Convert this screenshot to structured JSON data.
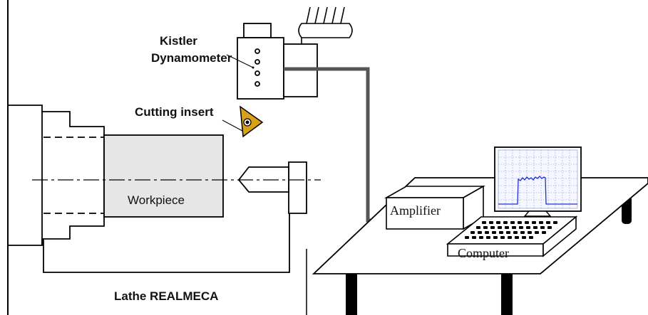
{
  "labels": {
    "dynamometer_line1": "Kistler",
    "dynamometer_line2": "Dynamometer",
    "cutting_insert": "Cutting insert",
    "workpiece": "Workpiece",
    "lathe": "Lathe REALMECA",
    "amplifier": "Amplifier",
    "computer": "Computer"
  },
  "colors": {
    "insert": "#d9a01a",
    "workpiece_fill": "#e6e6e6",
    "cable": "#555555",
    "signal": "#1f2fd6",
    "screen_grid": "#7a8bd0"
  }
}
